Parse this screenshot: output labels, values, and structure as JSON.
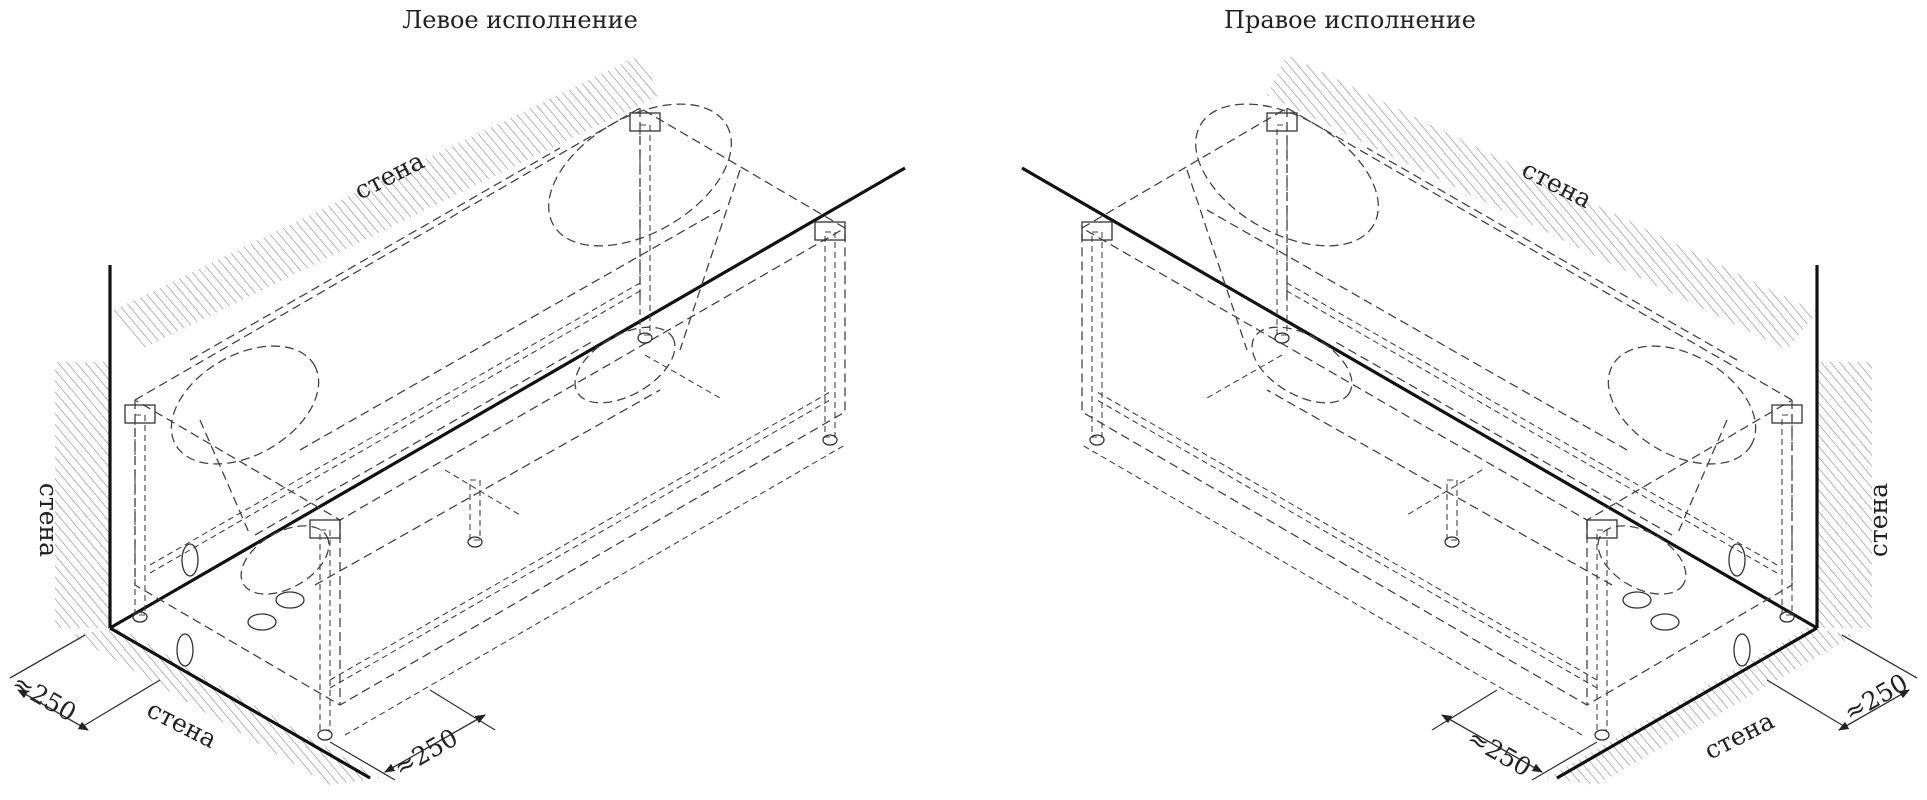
{
  "diagram": {
    "left_title": "Левое исполнение",
    "right_title": "Правое исполнение",
    "wall_label": "стена",
    "dimension_label": "≈250"
  }
}
